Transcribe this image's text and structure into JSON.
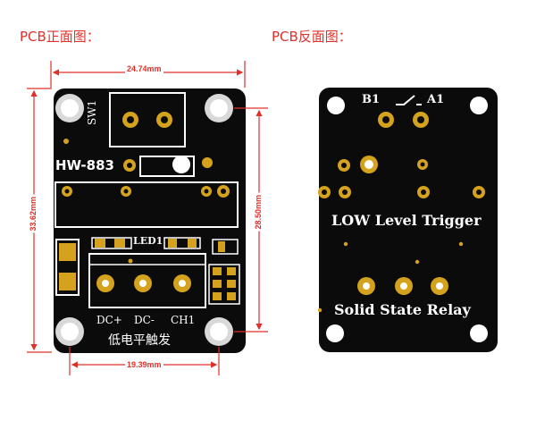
{
  "captions": {
    "front": "PCB正面图：",
    "back": "PCB反面图："
  },
  "dimensions": {
    "top_width": "24.74mm",
    "left_height": "33.62mm",
    "right_height": "28.50mm",
    "bottom_width": "19.39mm"
  },
  "front_silkscreen": {
    "switch": "SW1",
    "model": "HW-883",
    "led": "LED1",
    "pin_dc_plus": "DC+",
    "pin_dc_minus": "DC-",
    "pin_ch1": "CH1",
    "trigger_cn": "低电平触发"
  },
  "back_silkscreen": {
    "b1": "B1",
    "a1": "A1",
    "trigger": "LOW Level Trigger",
    "product": "Solid State Relay"
  },
  "colors": {
    "board": "#0b0b0b",
    "gold": "#d4a21c",
    "silkscreen": "#ffffff",
    "annotation": "#e0302a"
  }
}
